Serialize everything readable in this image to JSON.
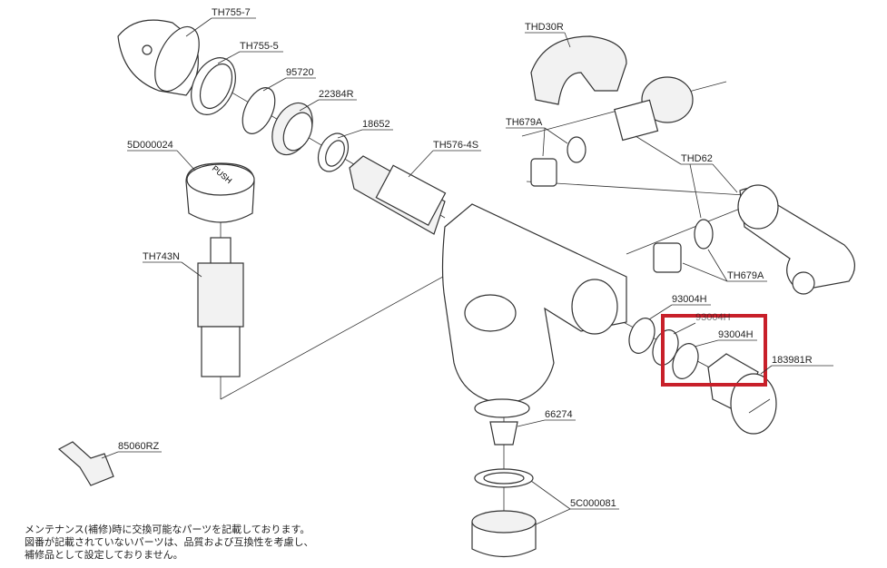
{
  "diagram": {
    "labels": {
      "th755_7": "TH755-7",
      "th755_5": "TH755-5",
      "p95720": "95720",
      "p22384r": "22384R",
      "p18652": "18652",
      "th576_4s": "TH576-4S",
      "p5d000024": "5D000024",
      "th743n": "TH743N",
      "thd30r": "THD30R",
      "th679a_upper": "TH679A",
      "thd62": "THD62",
      "th679a_lower": "TH679A",
      "p93004h_1": "93004H",
      "p93004h_2": "93004H",
      "p93004h_3": "93004H",
      "p183981r": "183981R",
      "p66274": "66274",
      "p85060rz": "85060RZ",
      "p5c000081": "5C000081"
    },
    "cap_text": "PUSH",
    "highlight_color": "#c8202a"
  },
  "notes": [
    "メンテナンス(補修)時に交換可能なパーツを記載しております。",
    "図番が記載されていないパーツは、品質および互換性を考慮し、",
    "補修品として設定しておりません。"
  ]
}
